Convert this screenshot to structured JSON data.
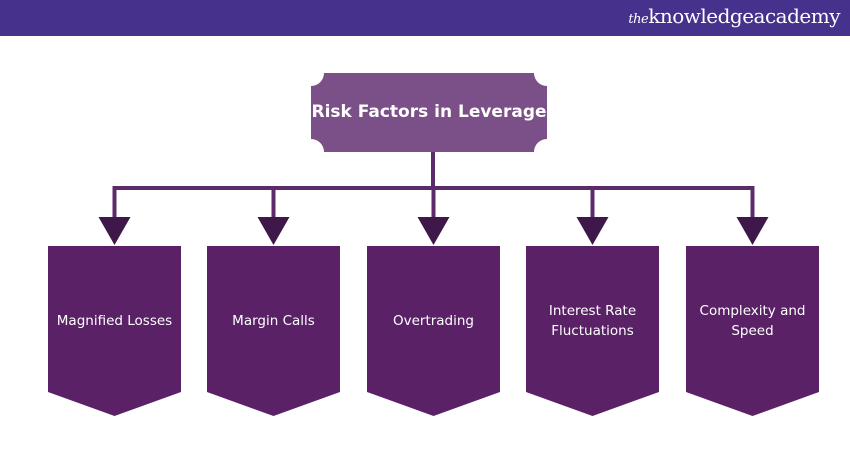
{
  "header": {
    "logo": {
      "prefix": "the",
      "name": "knowledgeacademy"
    }
  },
  "diagram": {
    "title": "Risk Factors in Leverage",
    "items": [
      {
        "label": "Magnified Losses"
      },
      {
        "label": "Margin Calls"
      },
      {
        "label": "Overtrading"
      },
      {
        "label": "Interest Rate Fluctuations"
      },
      {
        "label": "Complexity and Speed"
      }
    ]
  },
  "colors": {
    "header": "#46318c",
    "title_box": "#7b4f87",
    "item_box": "#5a2167",
    "connector": "#5c2c6a",
    "arrow": "#3d1848"
  }
}
